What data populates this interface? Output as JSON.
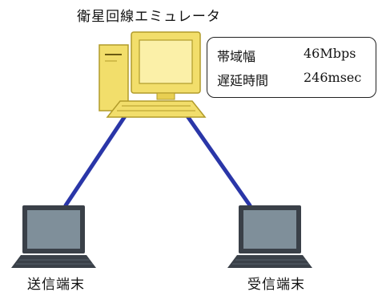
{
  "emulator": {
    "title": "衛星回線エミュレータ"
  },
  "specs": [
    {
      "label": "帯域幅",
      "value": "46Mbps"
    },
    {
      "label": "遅延時間",
      "value": "246msec"
    }
  ],
  "terminals": {
    "sender": "送信端末",
    "receiver": "受信端末"
  },
  "colors": {
    "link": "#2a36a8",
    "emulator_body": "#f2de6b",
    "emulator_screen": "#fbf0a8",
    "laptop_body": "#3a4048",
    "laptop_screen": "#7f8f9a"
  },
  "icons": {
    "emulator": "desktop-computer-icon",
    "sender": "laptop-icon",
    "receiver": "laptop-icon"
  }
}
